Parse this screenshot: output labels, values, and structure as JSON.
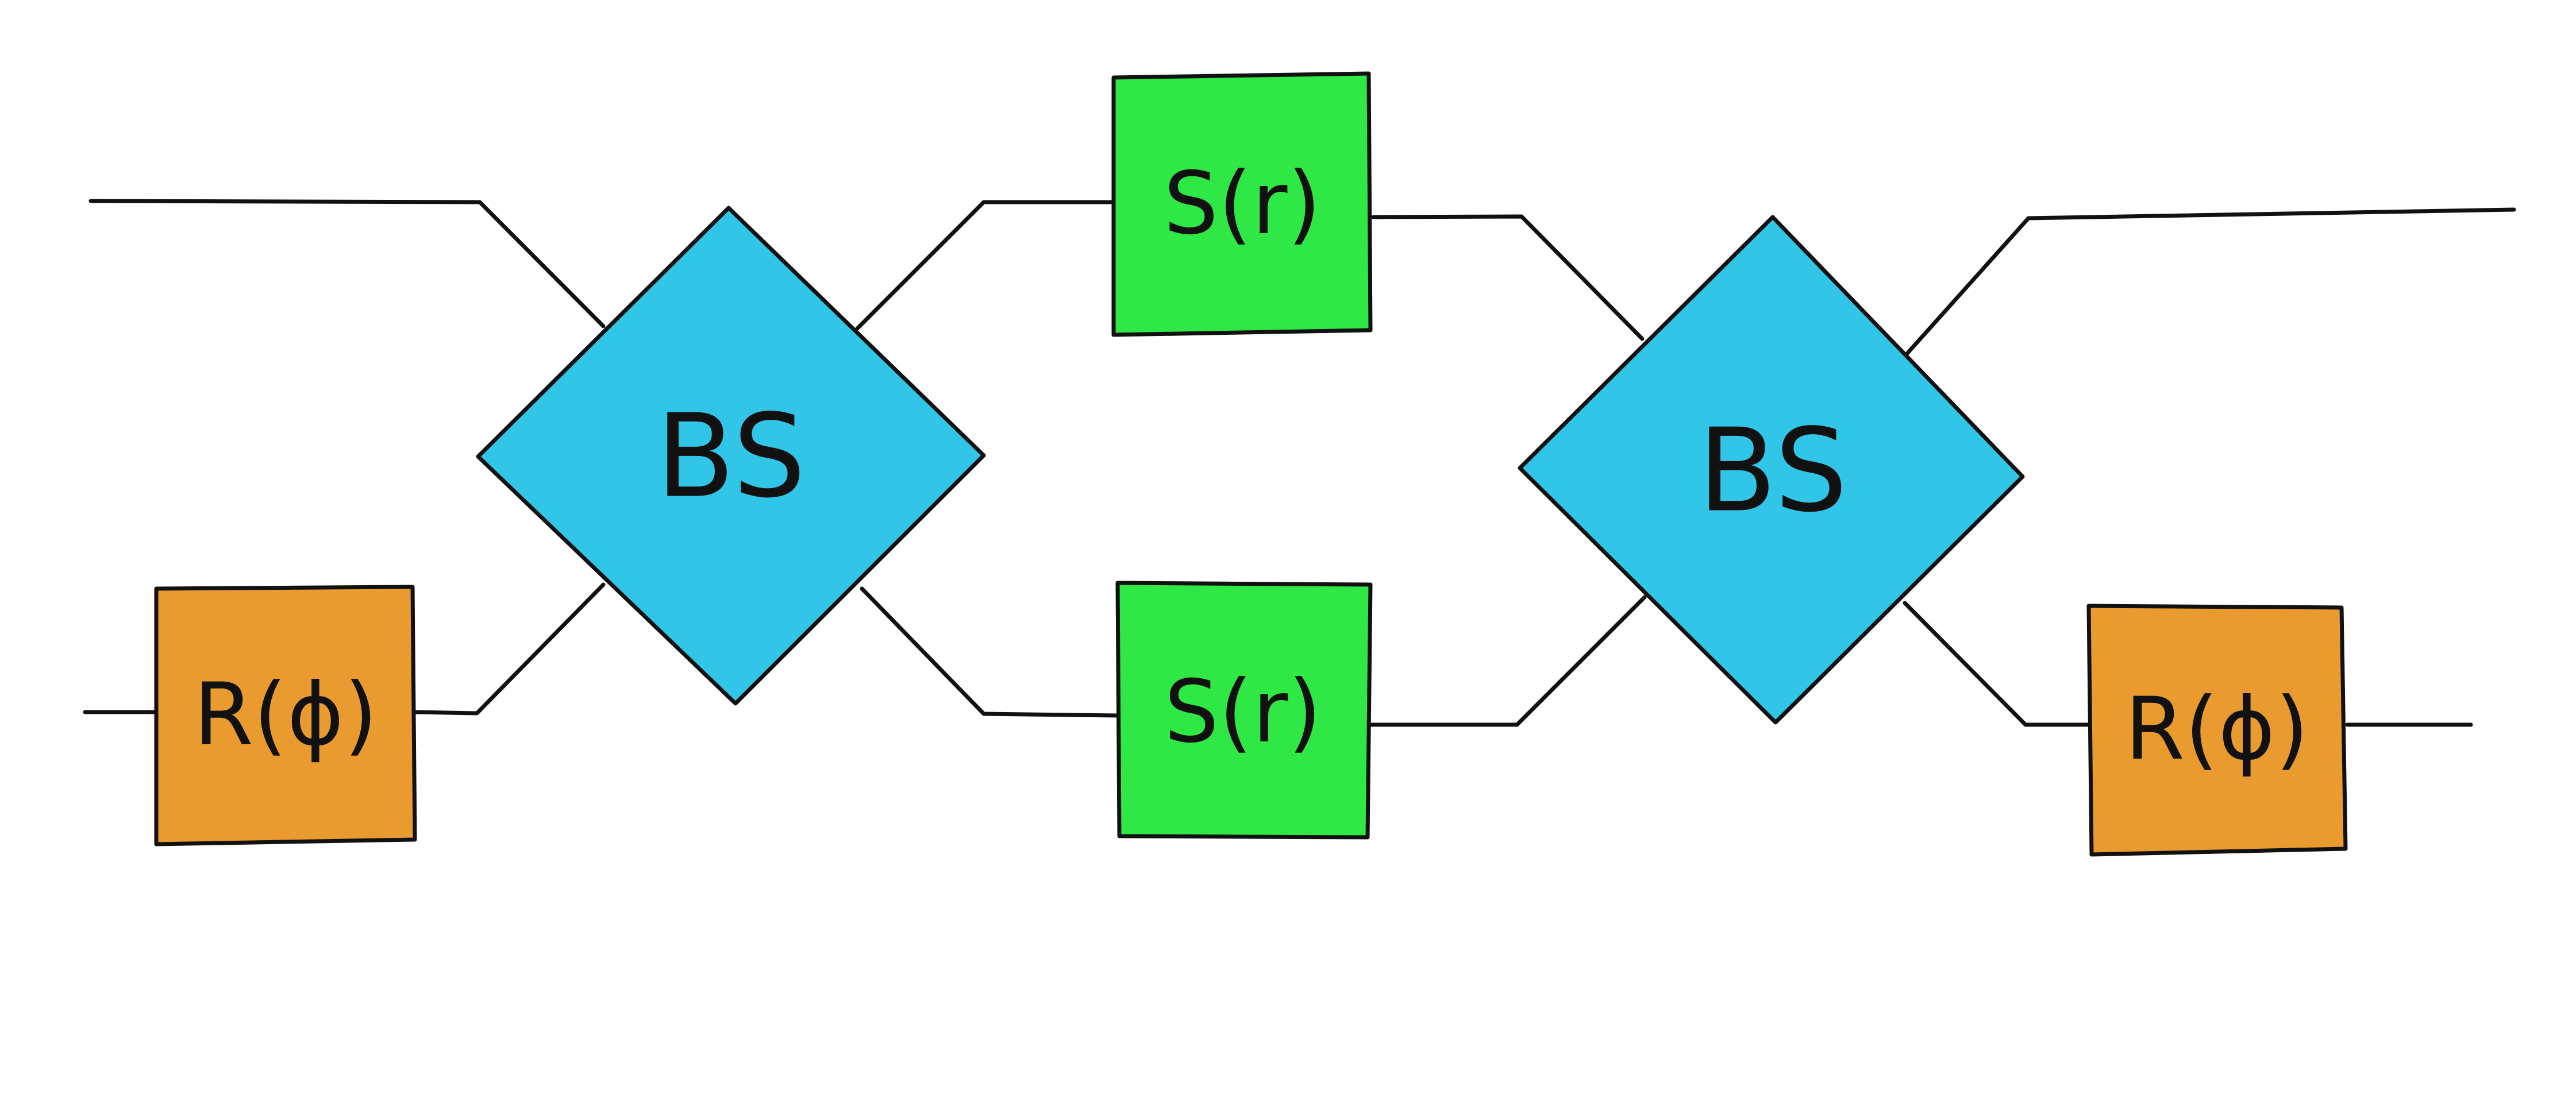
{
  "colors": {
    "beam_splitter": "#31c6e8",
    "squeezer": "#2fe845",
    "rotation": "#e99b30",
    "line": "#111111",
    "background": "#ffffff"
  },
  "components": {
    "rotation_left": {
      "label": "R(ϕ)"
    },
    "beam_splitter_1": {
      "label": "BS"
    },
    "squeezer_top": {
      "label": "S(r)"
    },
    "squeezer_bottom": {
      "label": "S(r)"
    },
    "beam_splitter_2": {
      "label": "BS"
    },
    "rotation_right": {
      "label": "R(ϕ)"
    }
  }
}
